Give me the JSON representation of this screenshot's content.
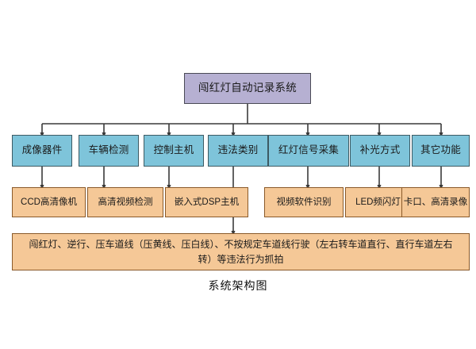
{
  "diagram": {
    "caption": "系统架构图",
    "colors": {
      "background": "#ffffff",
      "root_fill": "#b6b0d2",
      "root_border": "#4a4a55",
      "level1_fill": "#7ec4da",
      "level1_border": "#3d5a63",
      "level2_fill": "#f5c897",
      "level2_border": "#8a5a2a",
      "connector": "#3a3a3a"
    },
    "root": {
      "label": "闯红灯自动记录系统"
    },
    "level1": [
      {
        "label": "成像器件"
      },
      {
        "label": "车辆检测"
      },
      {
        "label": "控制主机"
      },
      {
        "label": "违法类别"
      },
      {
        "label": "红灯信号采集"
      },
      {
        "label": "补光方式"
      },
      {
        "label": "其它功能"
      }
    ],
    "level2": [
      {
        "label": "CCD高清像机"
      },
      {
        "label": "高清视频检测"
      },
      {
        "label": "嵌入式DSP主机"
      },
      {
        "label": "视频软件识别"
      },
      {
        "label": "LED频闪灯"
      },
      {
        "label": "卡口、高清录像"
      }
    ],
    "detail": {
      "label": "闯红灯、逆行、压车道线（压黄线、压白线）、不按规定车道线行驶（左右转车道直行、直行车道左右转）等违法行为抓拍"
    }
  }
}
